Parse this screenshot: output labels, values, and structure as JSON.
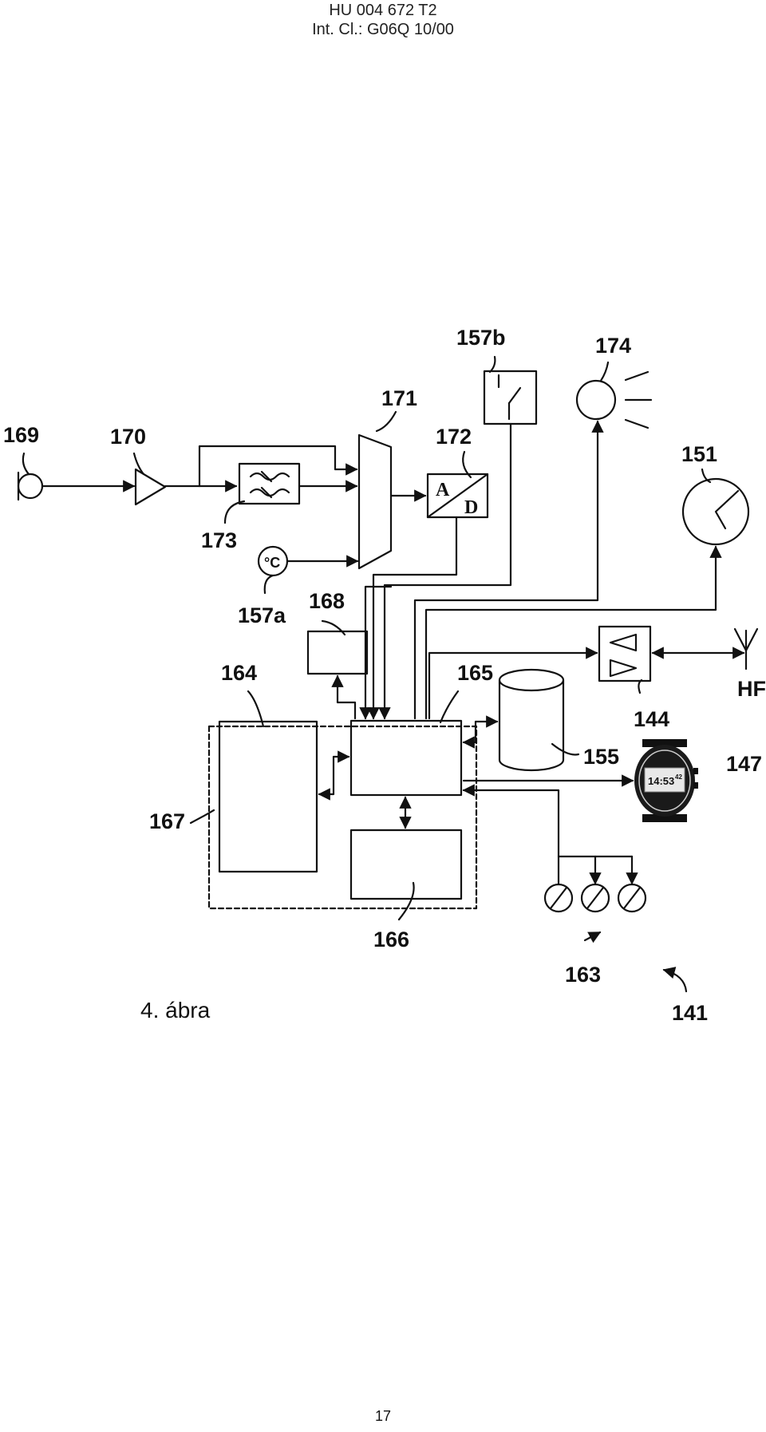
{
  "header": {
    "line1": "HU 004 672 T2",
    "line2": "Int. Cl.: G06Q 10/00"
  },
  "labels": {
    "l169": "169",
    "l170": "170",
    "l171": "171",
    "l172": "172",
    "l173": "173",
    "l157a": "157a",
    "l157b": "157b",
    "l174": "174",
    "l151": "151",
    "l168": "168",
    "l164": "164",
    "l165": "165",
    "l144": "144",
    "l155": "155",
    "l147": "147",
    "l167": "167",
    "l166": "166",
    "l163": "163",
    "l141": "141",
    "hf": "HF"
  },
  "adc": {
    "top": "A",
    "bottom": "D"
  },
  "temp": "°C",
  "watch": {
    "time": "14:53",
    "seconds": "42"
  },
  "caption": "4. ábra",
  "page_number": "17"
}
